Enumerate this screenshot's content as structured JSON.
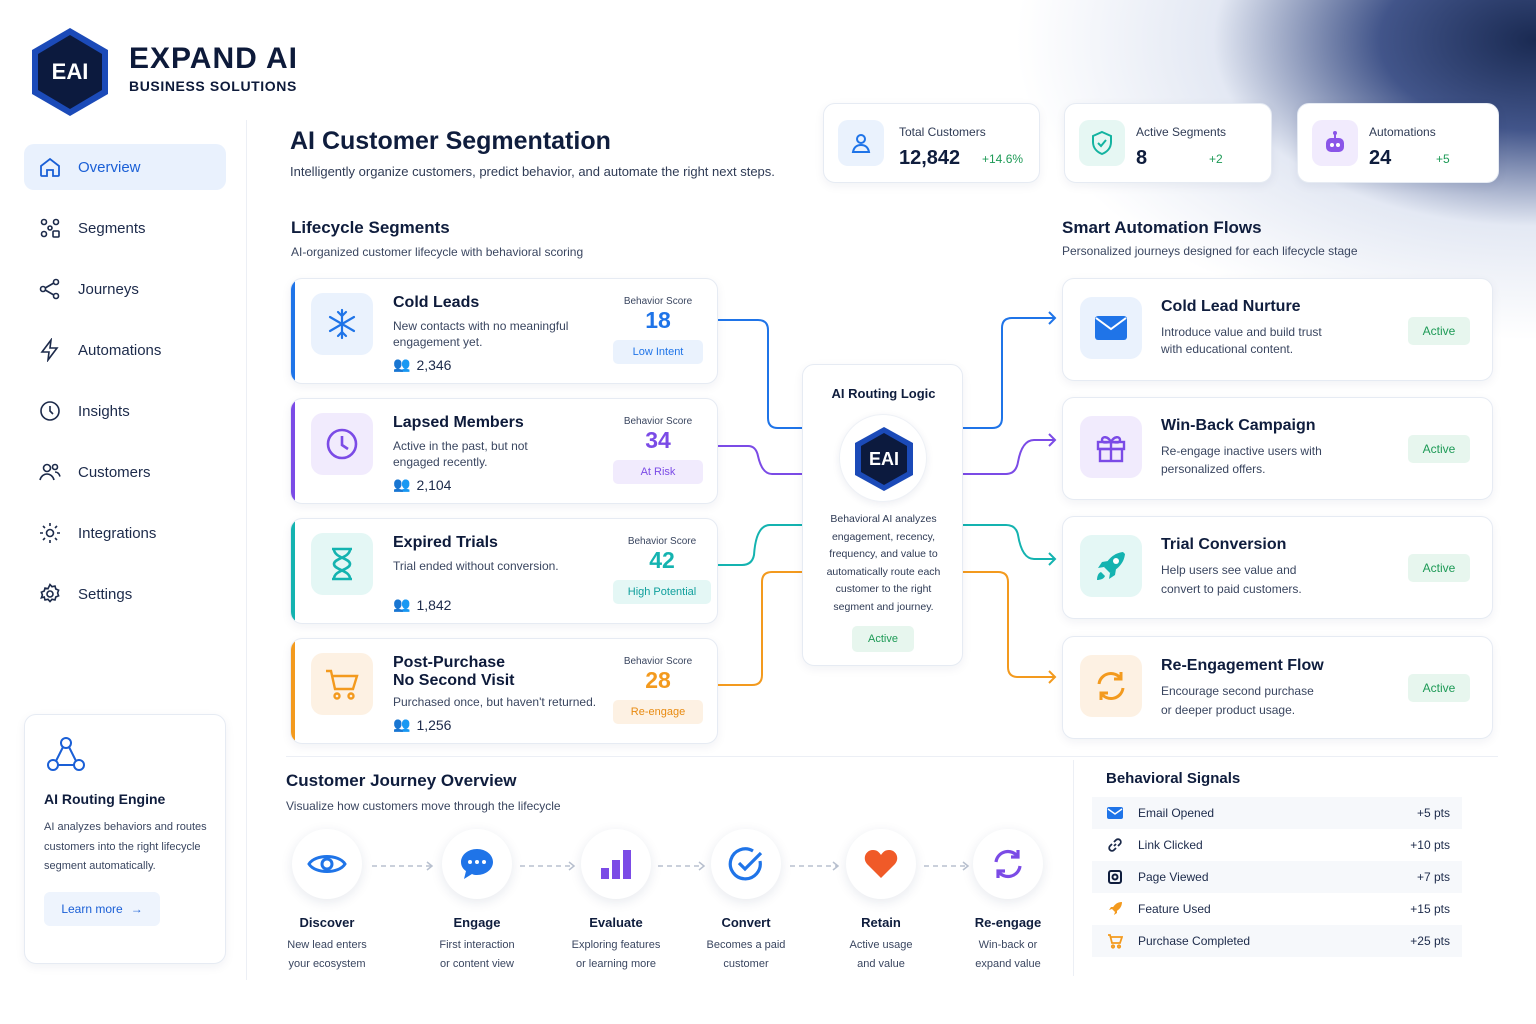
{
  "brand": {
    "logo_text": "EAI",
    "name": "EXPAND AI",
    "tagline": "BUSINESS SOLUTIONS",
    "accent": "#1a5fd6"
  },
  "sidebar": {
    "items": [
      {
        "label": "Overview",
        "icon": "home-icon",
        "active": true
      },
      {
        "label": "Segments",
        "icon": "segments-icon"
      },
      {
        "label": "Journeys",
        "icon": "share-icon"
      },
      {
        "label": "Automations",
        "icon": "bolt-icon"
      },
      {
        "label": "Insights",
        "icon": "clock-icon"
      },
      {
        "label": "Customers",
        "icon": "users-icon"
      },
      {
        "label": "Integrations",
        "icon": "integrations-icon"
      },
      {
        "label": "Settings",
        "icon": "gear-icon"
      }
    ],
    "engine": {
      "title": "AI Routing Engine",
      "desc": "AI analyzes behaviors and routes customers into the right lifecycle segment automatically.",
      "button": "Learn more"
    }
  },
  "header": {
    "title": "AI Customer Segmentation",
    "subtitle": "Intelligently organize customers, predict behavior, and automate the right next steps."
  },
  "stats": [
    {
      "label": "Total Customers",
      "value": "12,842",
      "delta": "+14.6%"
    },
    {
      "label": "Active Segments",
      "value": "8",
      "delta": "+2"
    },
    {
      "label": "Automations",
      "value": "24",
      "delta": "+5"
    }
  ],
  "lifecycle": {
    "title": "Lifecycle Segments",
    "subtitle": "AI-organized customer lifecycle with behavioral scoring",
    "score_label": "Behavior Score",
    "segments": [
      {
        "title": "Cold Leads",
        "desc": "New contacts with no meaningful engagement yet.",
        "count": "2,346",
        "score": "18",
        "badge": "Low Intent",
        "color": "#1f74e8"
      },
      {
        "title": "Lapsed Members",
        "desc": "Active in the past, but not engaged recently.",
        "count": "2,104",
        "score": "34",
        "badge": "At Risk",
        "color": "#7b4be6"
      },
      {
        "title": "Expired Trials",
        "desc": "Trial ended without conversion.",
        "count": "1,842",
        "score": "42",
        "badge": "High Potential",
        "color": "#14b3b0"
      },
      {
        "title": "Post-Purchase",
        "title2": "No Second Visit",
        "desc": "Purchased once, but haven't returned.",
        "count": "1,256",
        "score": "28",
        "badge": "Re-engage",
        "color": "#f39a1e"
      }
    ]
  },
  "routing": {
    "title": "AI Routing Logic",
    "logo_text": "EAI",
    "desc": "Behavioral AI analyzes engagement, recency, frequency, and value to automatically route each customer to the right segment and journey.",
    "status": "Active"
  },
  "flows": {
    "title": "Smart Automation Flows",
    "subtitle": "Personalized journeys designed for each lifecycle stage",
    "items": [
      {
        "title": "Cold Lead Nurture",
        "desc1": "Introduce value and build trust",
        "desc2": "with educational content.",
        "status": "Active"
      },
      {
        "title": "Win-Back Campaign",
        "desc1": "Re-engage inactive users with",
        "desc2": "personalized offers.",
        "status": "Active"
      },
      {
        "title": "Trial Conversion",
        "desc1": "Help users see value and",
        "desc2": "convert to paid customers.",
        "status": "Active"
      },
      {
        "title": "Re-Engagement Flow",
        "desc1": "Encourage second purchase",
        "desc2": "or deeper product usage.",
        "status": "Active"
      }
    ]
  },
  "journey": {
    "title": "Customer Journey Overview",
    "subtitle": "Visualize how customers move through the lifecycle",
    "stages": [
      {
        "title": "Discover",
        "d1": "New lead enters",
        "d2": "your ecosystem"
      },
      {
        "title": "Engage",
        "d1": "First interaction",
        "d2": "or content view"
      },
      {
        "title": "Evaluate",
        "d1": "Exploring features",
        "d2": "or learning more"
      },
      {
        "title": "Convert",
        "d1": "Becomes a paid",
        "d2": "customer"
      },
      {
        "title": "Retain",
        "d1": "Active usage",
        "d2": "and value"
      },
      {
        "title": "Re-engage",
        "d1": "Win-back or",
        "d2": "expand value"
      }
    ]
  },
  "signals": {
    "title": "Behavioral Signals",
    "items": [
      {
        "label": "Email Opened",
        "pts": "+5 pts"
      },
      {
        "label": "Link Clicked",
        "pts": "+10 pts"
      },
      {
        "label": "Page Viewed",
        "pts": "+7 pts"
      },
      {
        "label": "Feature Used",
        "pts": "+15 pts"
      },
      {
        "label": "Purchase Completed",
        "pts": "+25 pts"
      }
    ]
  }
}
